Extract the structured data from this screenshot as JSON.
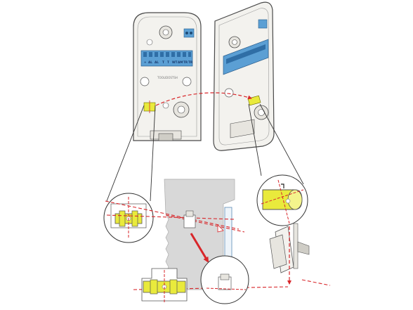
{
  "diagram": {
    "colors": {
      "housing": "#f3f2ee",
      "outline": "#4a4a4a",
      "terminal_block": "#5b9fd4",
      "highlight": "#e9ea3c",
      "dashed_line": "#d8262a",
      "arrow": "#d8262a",
      "wall": "#d8d8d8"
    },
    "terminal_labels": [
      "+",
      "AL",
      "AL",
      "T",
      "T",
      "WT",
      "AM",
      "TR",
      "TR"
    ],
    "model_text": "TOOLIDOSTSH",
    "icons": [
      "tamper-switch-icon",
      "mounting-bracket-icon",
      "detector-sensor-icon",
      "wall-icon"
    ]
  }
}
